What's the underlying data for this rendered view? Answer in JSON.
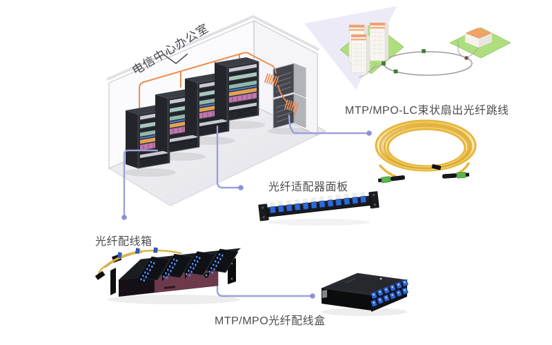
{
  "diagram": {
    "room_label": "电信中心办公室",
    "labels": {
      "jumper": "MTP/MPO-LC束状扇出光纤跳线",
      "adapter_panel": "光纤适配器面板",
      "distribution_box": "光纤配线箱",
      "cassette": "MTP/MPO光纤配线盒"
    },
    "colors": {
      "trunk_cable_orange": "#ef8b50",
      "link_line_purple": "#9aa0da",
      "fiber_yellow": "#e6b63e",
      "adapter_blue": "#2e6ad6",
      "enclosure_maroon": "#6e3a4b",
      "ground_green": "#aede7e",
      "label_text": "#4b4c4f"
    }
  }
}
